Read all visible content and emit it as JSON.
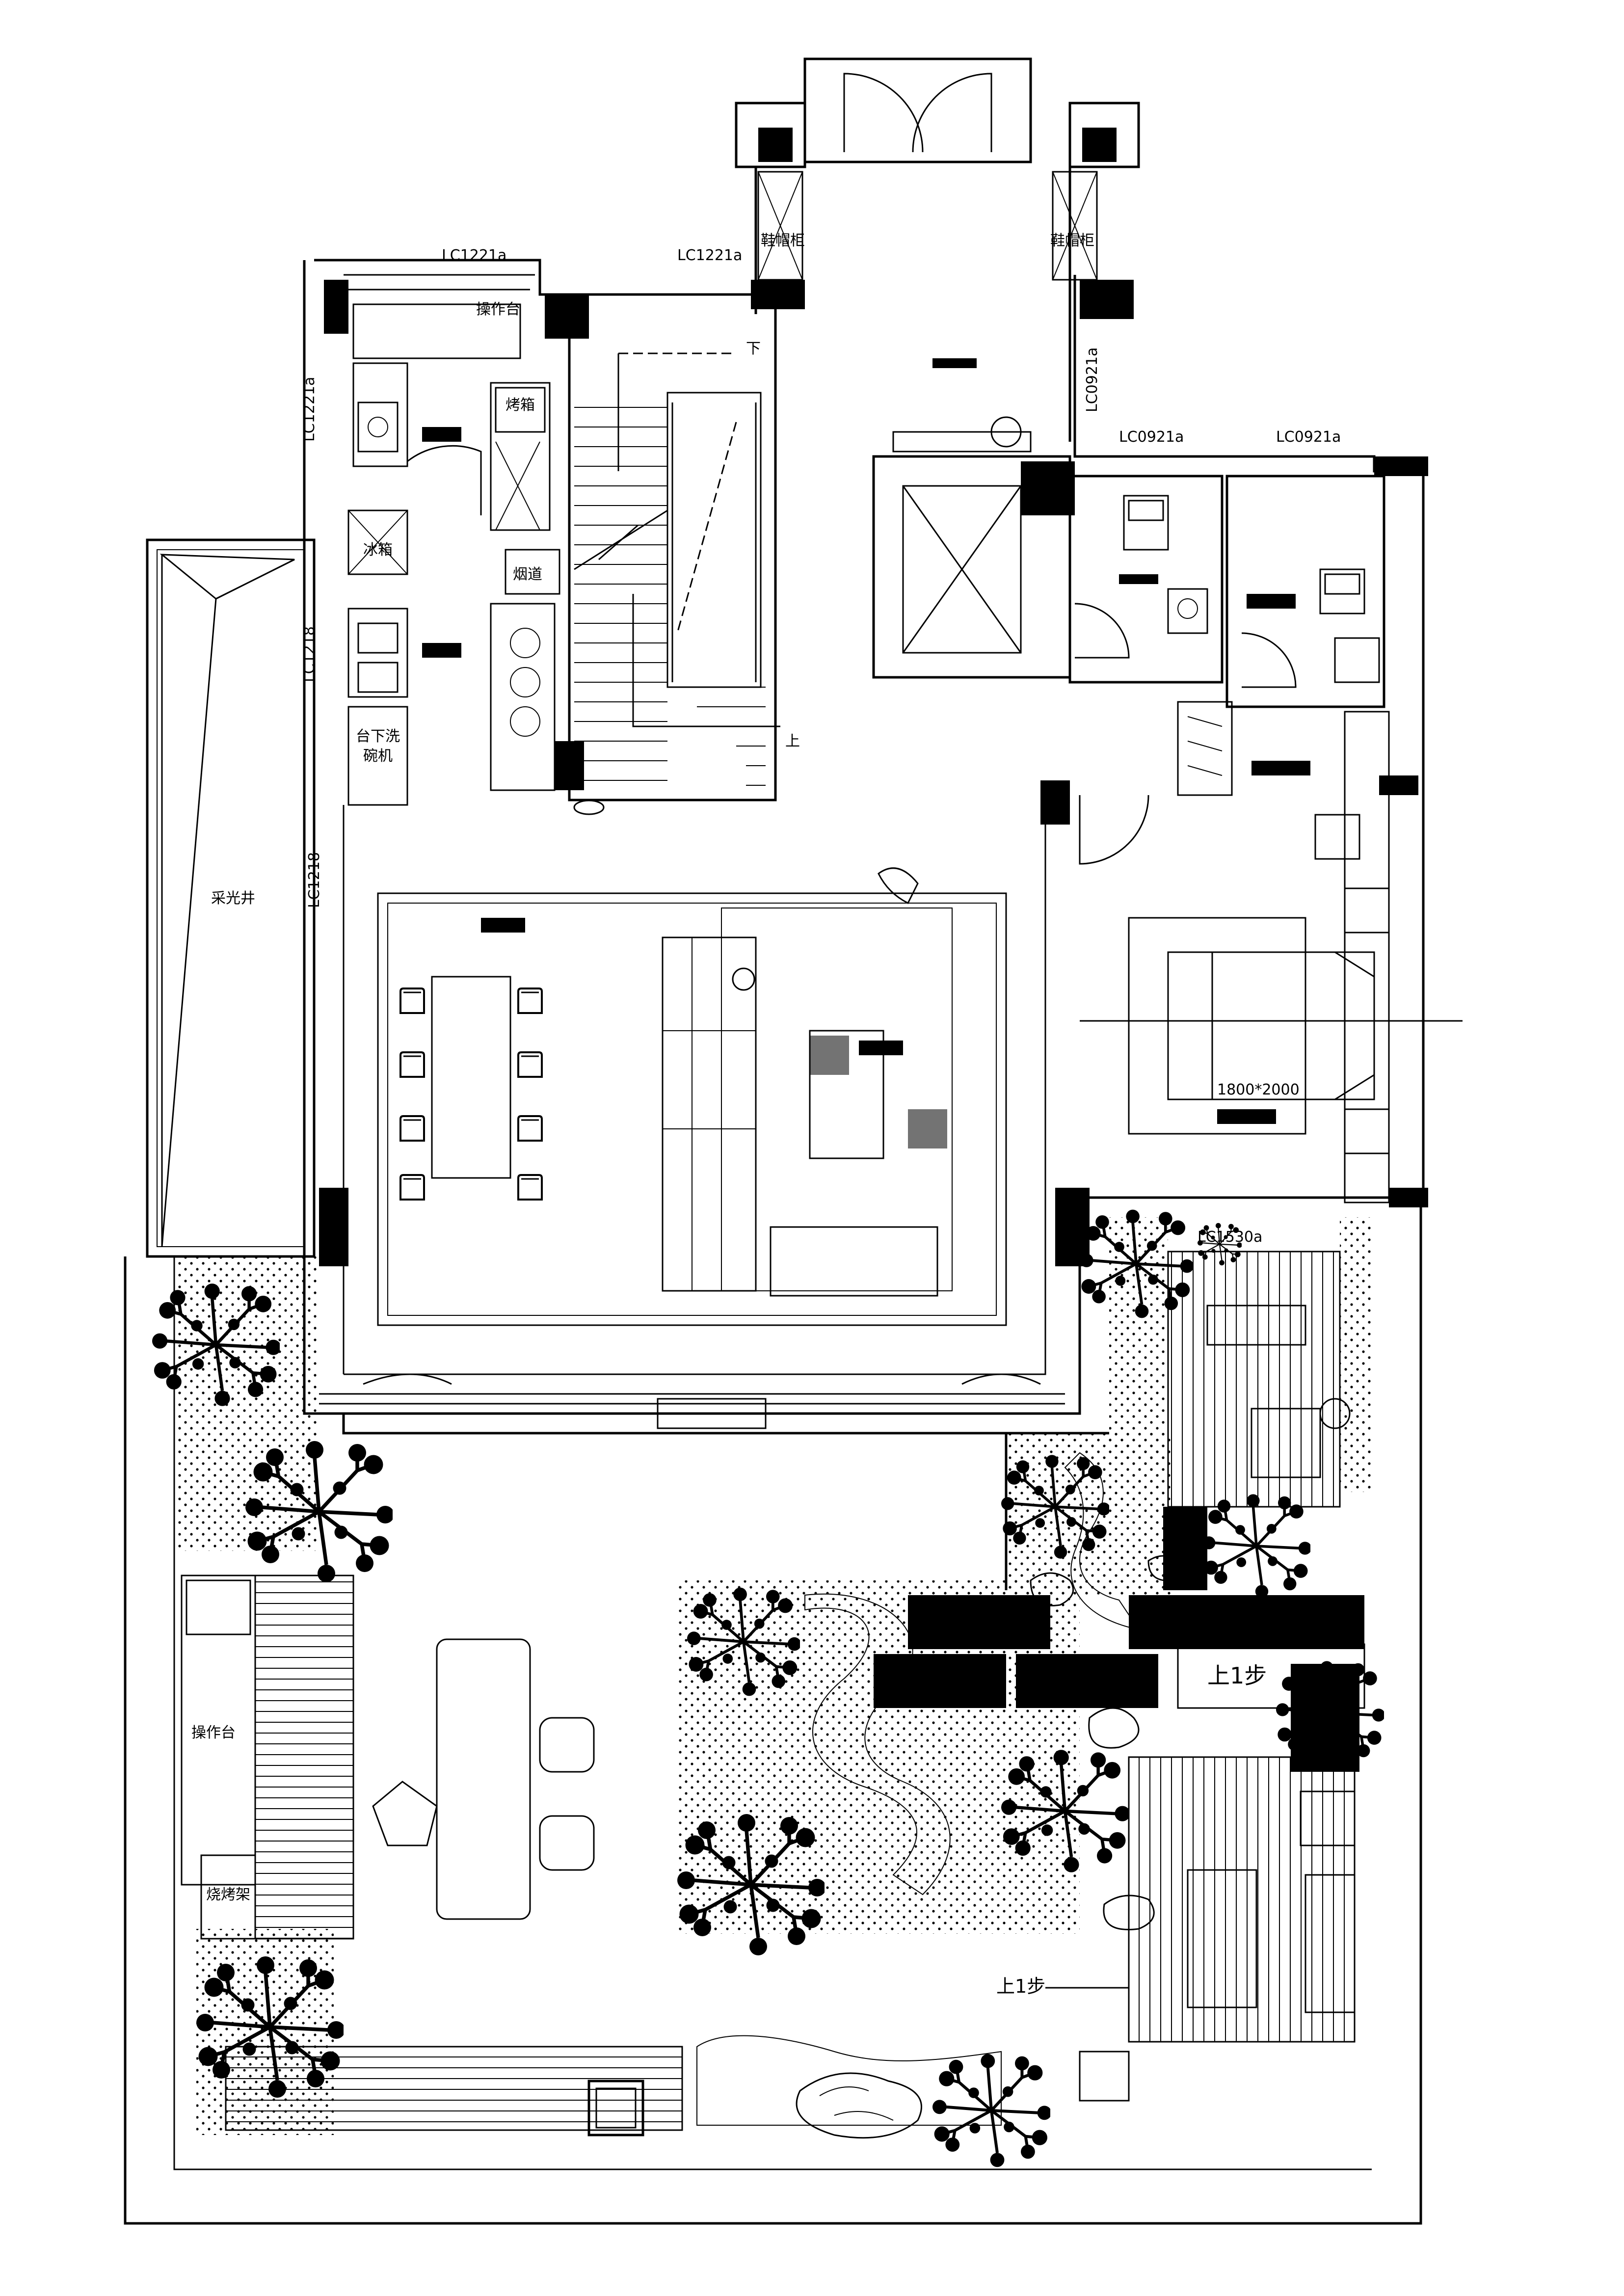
{
  "labels": {
    "operating_table_top": "操作台",
    "oven": "烤箱",
    "fridge": "冰箱",
    "flue": "烟道",
    "dishwasher_line1": "台下洗",
    "dishwasher_line2": "碗机",
    "light_well": "采光井",
    "stair_down": "下",
    "stair_up": "上",
    "shoe_cabinet_left": "鞋帽柜",
    "shoe_cabinet_right": "鞋帽柜",
    "bed_size": "1800*2000",
    "outdoor_operating_table": "操作台",
    "bbq_rack": "烧烤架",
    "step_up_right": "上1步",
    "step_up_bottom": "上1步"
  },
  "window_codes": {
    "w_top_1": "LC1221a",
    "w_top_2": "LC1221a",
    "w_left_1": "LC1221a",
    "w_left_2": "LC1218",
    "w_left_3": "LC1218",
    "w_right_vert": "LC0921a",
    "w_bath_1": "LC0921a",
    "w_bath_2": "LC0921a",
    "w_bedroom": "LC1530a"
  },
  "colors": {
    "line": "#000000",
    "background": "#ffffff",
    "hatch": "#000000"
  }
}
